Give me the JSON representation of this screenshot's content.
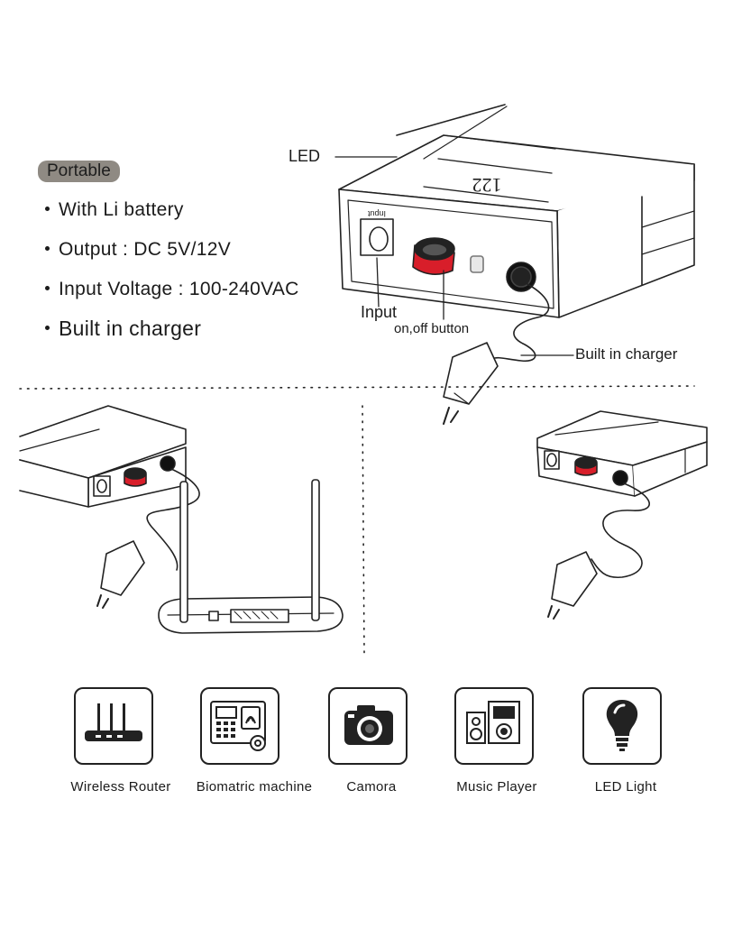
{
  "badge": "Portable",
  "features": [
    "With Li battery",
    "Output : DC 5V/12V",
    "Input Voltage : 100-240VAC",
    "Built in charger"
  ],
  "callouts": {
    "led": "LED",
    "input": "Input",
    "onoff": "on,off button",
    "charger": "Built in charger"
  },
  "device": {
    "display_text": "122",
    "port_label": "Input"
  },
  "applications": [
    {
      "label": "Wireless Router",
      "icon": "router-icon"
    },
    {
      "label": "Biomatric machine",
      "icon": "biometric-machine-icon"
    },
    {
      "label": "Camora",
      "icon": "camera-icon"
    },
    {
      "label": "Music Player",
      "icon": "music-player-icon"
    },
    {
      "label": "LED Light",
      "icon": "light-bulb-icon"
    }
  ],
  "colors": {
    "button_red": "#d81e2a",
    "badge_gray": "#8f8a83",
    "line": "#222222"
  }
}
